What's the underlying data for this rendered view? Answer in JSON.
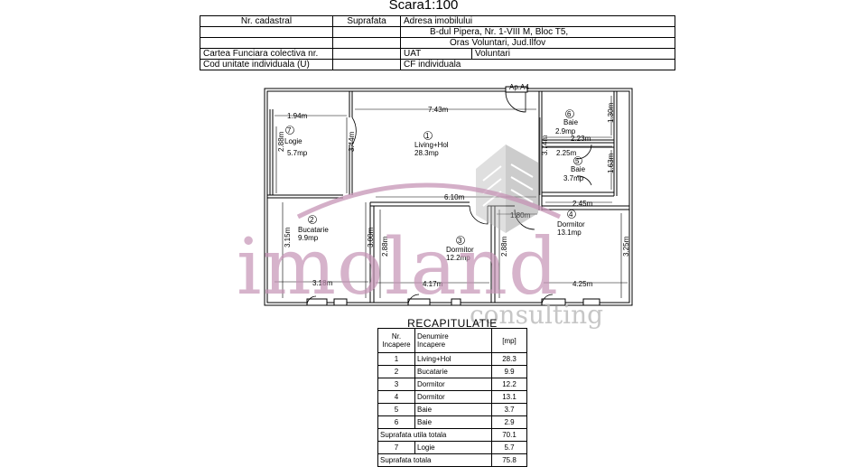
{
  "scale": "Scara1:100",
  "header": {
    "nr_cadastral_label": "Nr. cadastral",
    "suprafata_label": "Suprafata",
    "adresa_label": "Adresa imobilului",
    "address_line1": "B-dul Pipera, Nr. 1-VIII M, Bloc T5,",
    "address_line2": "Oras Voluntari, Jud.Ilfov",
    "cf_colectiva_label": "Cartea Funciara colectiva nr.",
    "uat_label": "UAT",
    "uat_value": "Voluntari",
    "cod_unitate_label": "Cod unitate individuala (U)",
    "cf_individuala_label": "CF individuala"
  },
  "plan": {
    "apartment": "Ap.A4",
    "rooms": [
      {
        "num": "1",
        "name": "Living+Hol",
        "area": "28.3mp"
      },
      {
        "num": "2",
        "name": "Bucatarie",
        "area": "9.9mp"
      },
      {
        "num": "3",
        "name": "Dormitor",
        "area": "12.2mp"
      },
      {
        "num": "4",
        "name": "Dormitor",
        "area": "13.1mp"
      },
      {
        "num": "5",
        "name": "Baie",
        "area": "3.7mp"
      },
      {
        "num": "6",
        "name": "Baie",
        "area": "2.9mp"
      },
      {
        "num": "7",
        "name": "Logie",
        "area": "5.7mp"
      }
    ],
    "dimensions": [
      "1.94m",
      "7.43m",
      "1.30m",
      "2.23m",
      "2.25m",
      "1.63m",
      "2.45m",
      "6.10m",
      "1.80m",
      "2.88m",
      "3.44m",
      "3.74m",
      "3.15m",
      "3.00m",
      "2.88m",
      "2.88m",
      "3.25m",
      "3.18m",
      "4.17m",
      "4.25m"
    ]
  },
  "watermark": {
    "brand": "imoland",
    "sub": "consulting"
  },
  "recap": {
    "title": "RECAPITULATIE",
    "head": {
      "c1a": "Nr.",
      "c1b": "Incapere",
      "c2a": "Denumire",
      "c2b": "Incapere",
      "c3": "[mp]"
    },
    "rows": [
      {
        "nr": "1",
        "name": "Living+Hol",
        "area": "28.3"
      },
      {
        "nr": "2",
        "name": "Bucatarie",
        "area": "9.9"
      },
      {
        "nr": "3",
        "name": "Dormitor",
        "area": "12.2"
      },
      {
        "nr": "4",
        "name": "Dormitor",
        "area": "13.1"
      },
      {
        "nr": "5",
        "name": "Baie",
        "area": "3.7"
      },
      {
        "nr": "6",
        "name": "Baie",
        "area": "2.9"
      }
    ],
    "useful_label": "Suprafata utila totala",
    "useful_value": "70.1",
    "logie": {
      "nr": "7",
      "name": "Logie",
      "area": "5.7"
    },
    "total_label": "Suprafata totala",
    "total_value": "75.8"
  }
}
